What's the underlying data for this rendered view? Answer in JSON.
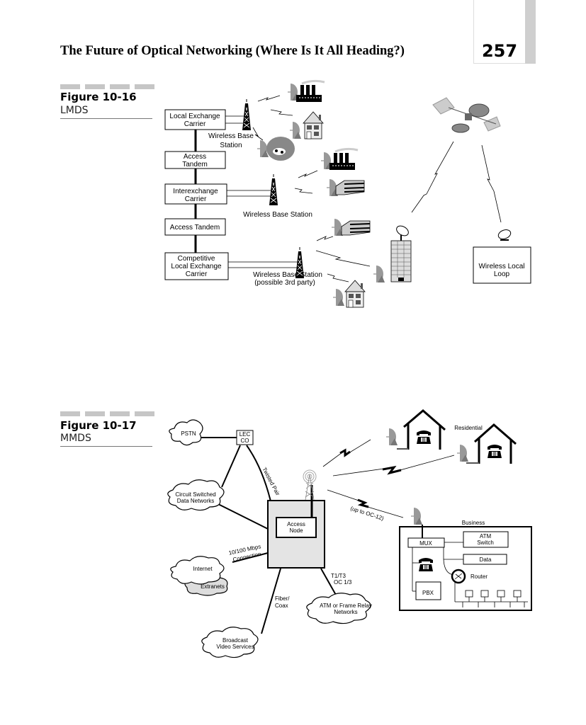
{
  "header": {
    "running_title": "The Future of Optical Networking (Where Is It All Heading?)",
    "page_number": "257"
  },
  "figures": [
    {
      "number": "Figure 10-16",
      "caption": "LMDS",
      "boxes": {
        "lec": [
          "Local Exchange",
          "Carrier"
        ],
        "access_tandem_1": [
          "Access",
          "Tandem"
        ],
        "ixc": [
          "Interexchange",
          "Carrier"
        ],
        "access_tandem_2": "Access Tandem",
        "clec": [
          "Competitive",
          "Local Exchange",
          "Carrier"
        ],
        "wll": [
          "Wireless Local",
          "Loop"
        ]
      },
      "labels": {
        "wbs_1": [
          "Wireless Base",
          "Station"
        ],
        "wbs_2": "Wireless Base Station",
        "wbs_3": [
          "Wireless Base Station",
          "(possible 3rd party)"
        ]
      }
    },
    {
      "number": "Figure 10-17",
      "caption": "MMDS",
      "clouds": {
        "pstn": "PSTN",
        "csdn": [
          "Circuit Switched",
          "Data Networks"
        ],
        "internet": "Internet",
        "extranets": "Extranets",
        "broadcast": [
          "Broadcast",
          "Video Services"
        ],
        "atm_fr": [
          "ATM or Frame Relay",
          "Networks"
        ]
      },
      "boxes": {
        "lec_co": [
          "LEC",
          "CO"
        ],
        "access_node": [
          "Access",
          "Node"
        ],
        "mux": "MUX",
        "atm_switch": [
          "ATM",
          "Switch"
        ],
        "data": "Data",
        "pbx": "PBX"
      },
      "labels": {
        "twisted_pair": "Twisted Pair",
        "connection": [
          "10/100 Mbps",
          "Connection"
        ],
        "fiber_coax": [
          "Fiber/",
          "Coax"
        ],
        "t1t3": [
          "T1/T3",
          "OC 1/3"
        ],
        "oc12": "(up to OC-12)",
        "residential": "Residential",
        "business": "Business",
        "router": "Router"
      }
    }
  ]
}
